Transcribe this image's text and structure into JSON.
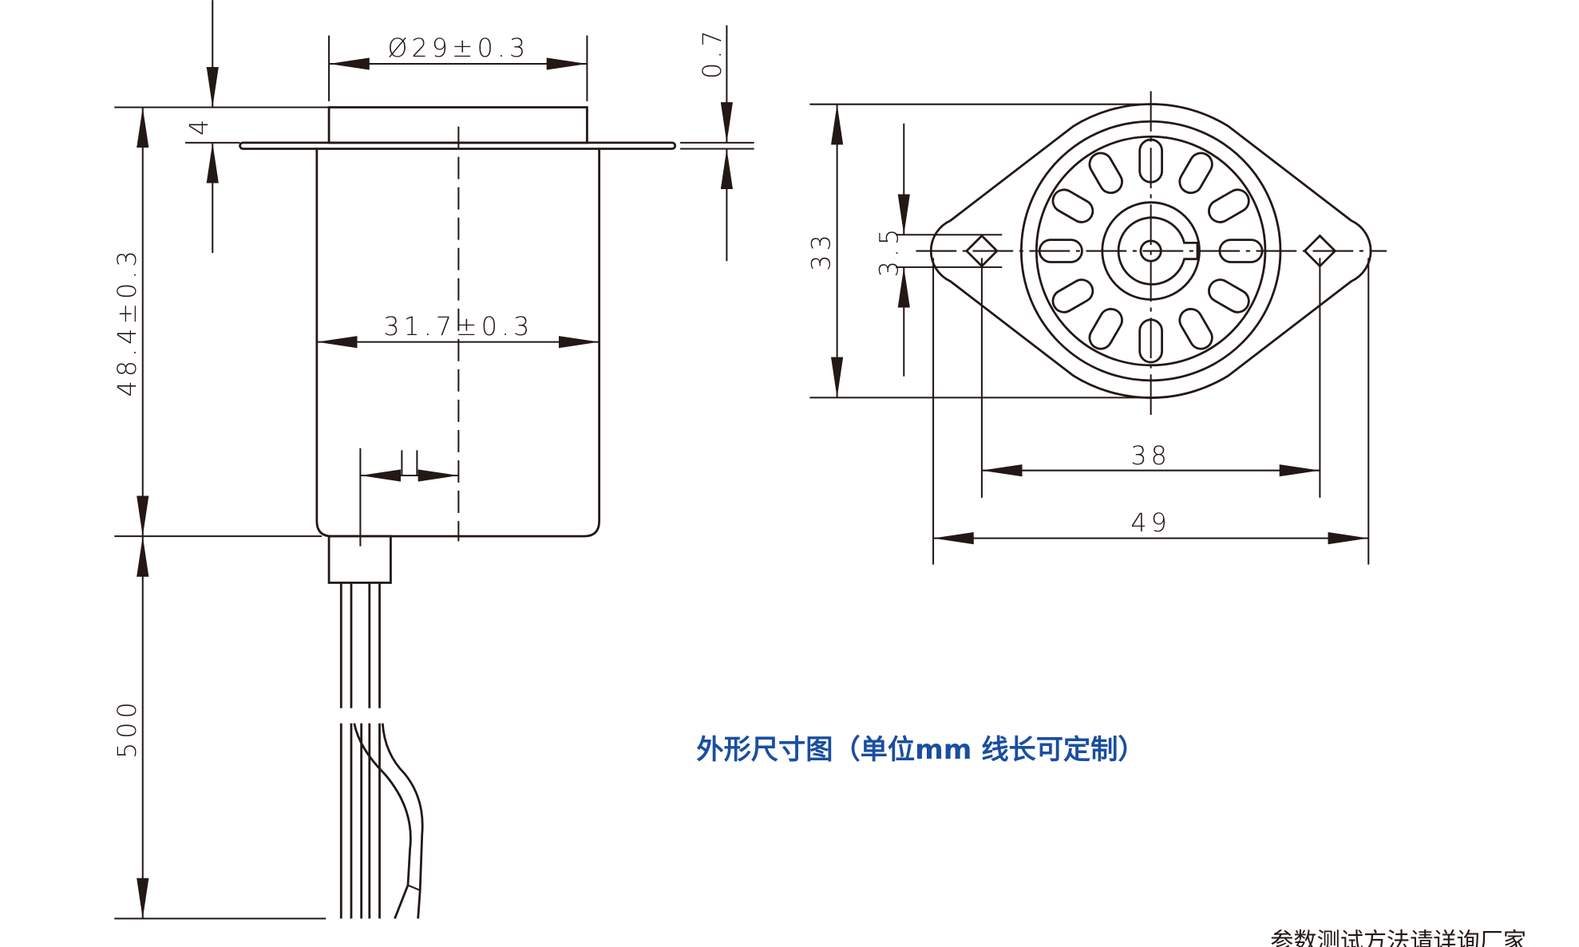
{
  "title": "外形尺寸图（单位mm 线长可定制）",
  "note": "参数测试方法请详询厂家",
  "dimensions": {
    "cap_diameter": "Ø29±0.3",
    "flange_thickness": "0.7",
    "cap_height": "4",
    "body_height": "48.4±0.3",
    "body_diameter": "31.7±0.3",
    "wire_length": "500",
    "plate_height": "33",
    "hole_size": "3.5",
    "hole_spacing": "38",
    "plate_width": "49"
  },
  "colors": {
    "line": "#231815",
    "caption": "#1a4ea0"
  }
}
